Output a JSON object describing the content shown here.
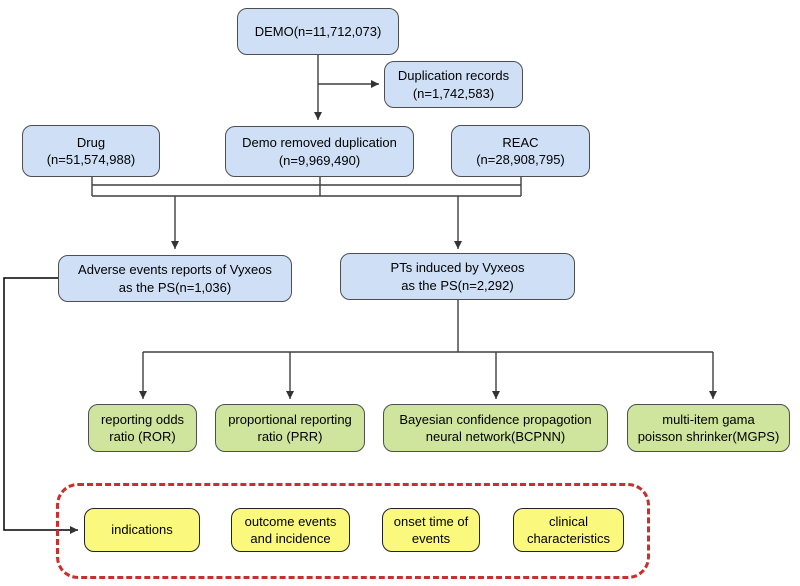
{
  "colors": {
    "blue": "#cfe0f6",
    "green": "#cfe49c",
    "yellow": "#fbf97d",
    "red": "#c9302c",
    "line": "#3f3f3f"
  },
  "nodes": {
    "demo": {
      "label": "DEMO(n=11,712,073)"
    },
    "duplication": {
      "label": "Duplication records\n(n=1,742,583)"
    },
    "drug": {
      "label": "Drug\n(n=51,574,988)"
    },
    "demo_removed": {
      "label": "Demo removed duplication\n(n=9,969,490)"
    },
    "reac": {
      "label": "REAC\n(n=28,908,795)"
    },
    "adverse_events": {
      "label": "Adverse events reports of Vyxeos\nas the PS(n=1,036)"
    },
    "pts": {
      "label": "PTs induced by Vyxeos\nas the PS(n=2,292)"
    },
    "ror": {
      "label": "reporting odds\nratio (ROR)"
    },
    "prr": {
      "label": "proportional reporting\nratio (PRR)"
    },
    "bcpnn": {
      "label": "Bayesian confidence propagotion\nneural network(BCPNN)"
    },
    "mgps": {
      "label": "multi-item gama\npoisson shrinker(MGPS)"
    },
    "indications": {
      "label": "indications"
    },
    "outcome": {
      "label": "outcome events\nand incidence"
    },
    "onset": {
      "label": "onset time of\nevents"
    },
    "clinical": {
      "label": "clinical\ncharacteristics"
    }
  }
}
